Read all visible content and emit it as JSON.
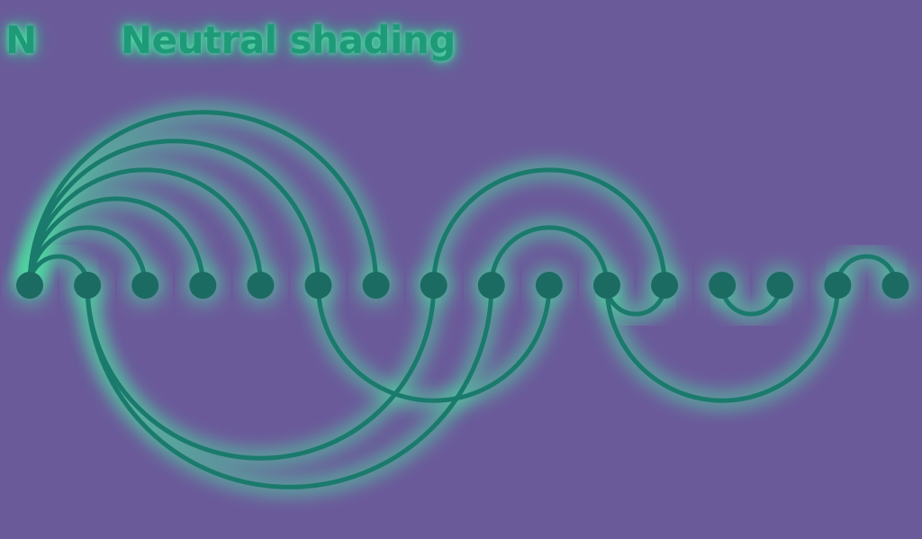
{
  "panel": {
    "letter": "N",
    "title": "Neutral shading"
  },
  "colors": {
    "background": "#6b5a9a",
    "glow": "#4fd8a0",
    "stroke": "#1a7a6c",
    "node": "#1c6b63"
  },
  "diagram": {
    "type": "arc-diagram",
    "node_count": 16,
    "upper_arcs": [
      [
        0,
        1
      ],
      [
        0,
        2
      ],
      [
        0,
        3
      ],
      [
        0,
        4
      ],
      [
        0,
        5
      ],
      [
        0,
        6
      ],
      [
        7,
        11
      ],
      [
        8,
        10
      ],
      [
        14,
        15
      ]
    ],
    "lower_arcs": [
      [
        1,
        7
      ],
      [
        1,
        8
      ],
      [
        5,
        9
      ],
      [
        10,
        11
      ],
      [
        10,
        14
      ],
      [
        12,
        13
      ]
    ]
  }
}
